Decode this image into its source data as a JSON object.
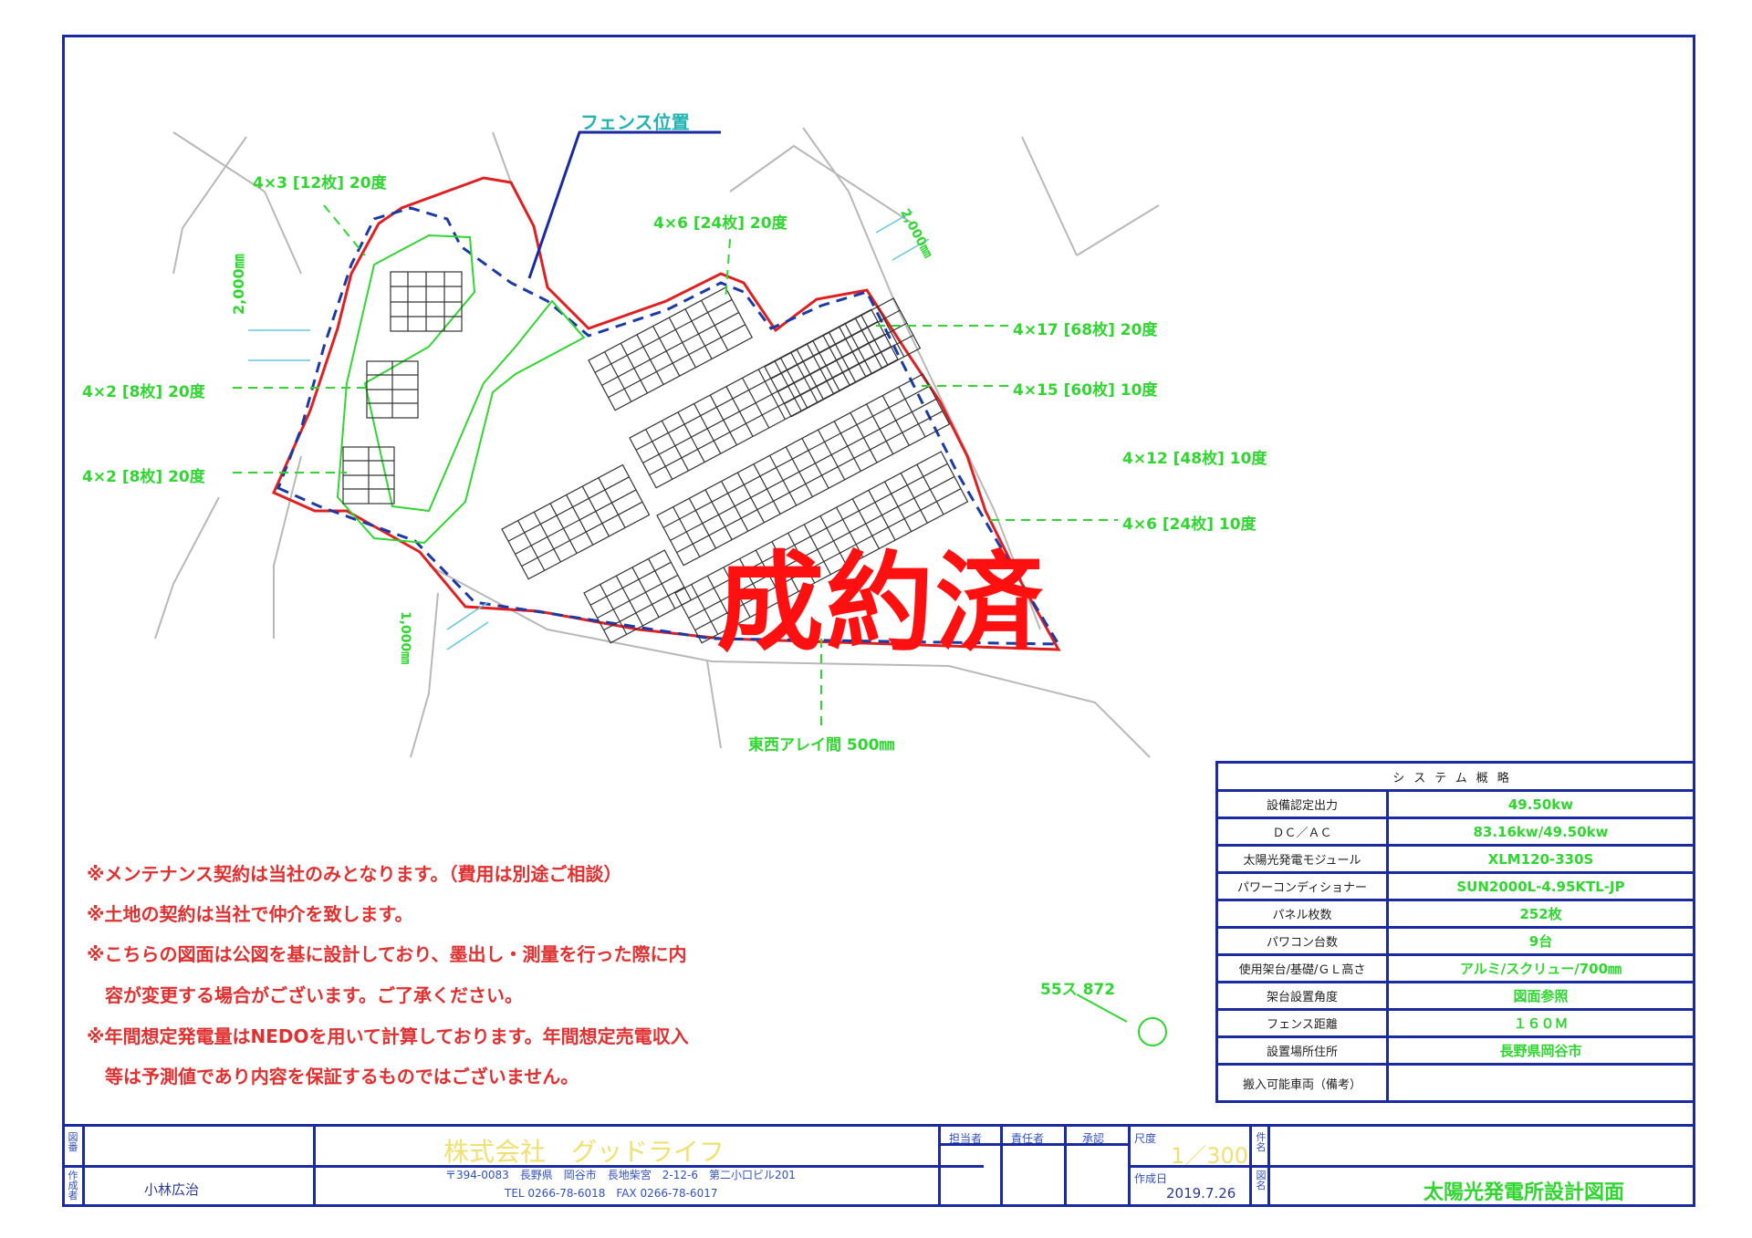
{
  "labels": {
    "fence_position": "フェンス位置",
    "a1": "4×3 [12枚] 20度",
    "a2": "4×6 [24枚] 20度",
    "a3": "4×2 [8枚] 20度",
    "a4": "4×2 [8枚] 20度",
    "a5": "4×17 [68枚] 20度",
    "a6": "4×15 [60枚] 10度",
    "a7": "4×12 [48枚] 10度",
    "a8": "4×6 [24枚] 10度",
    "dim1": "2,000㎜",
    "dim2": "2,000㎜",
    "dim3": "1,000㎜",
    "ew_gap": "東西アレイ間 500㎜",
    "lot": "55ス 872"
  },
  "stamp": "成約済",
  "notes": [
    "※メンテナンス契約は当社のみとなります。（費用は別途ご相談）",
    "※土地の契約は当社で仲介を致します。",
    "※こちらの図面は公図を基に設計しており、墨出し・測量を行った際に内",
    "　容が変更する場合がございます。ご了承ください。",
    "※年間想定発電量はNEDOを用いて計算しております。年間想定売電収入",
    "　等は予測値であり内容を保証するものではございません。"
  ],
  "system": {
    "title": "システム概略",
    "rows": [
      {
        "k": "設備認定出力",
        "v": "49.50kw"
      },
      {
        "k": "ＤＣ／ＡＣ",
        "v": "83.16kw/49.50kw"
      },
      {
        "k": "太陽光発電モジュール",
        "v": "XLM120-330S"
      },
      {
        "k": "パワーコンディショナー",
        "v": "SUN2000L-4.95KTL-JP"
      },
      {
        "k": "パネル枚数",
        "v": "252枚"
      },
      {
        "k": "パワコン台数",
        "v": "9台"
      },
      {
        "k": "使用架台/基礎/ＧＬ高さ",
        "v": "アルミ/スクリュー/700㎜"
      },
      {
        "k": "架台設置角度",
        "v": "図面参照"
      },
      {
        "k": "フェンス距離",
        "v": "１６０Ｍ"
      },
      {
        "k": "設置場所住所",
        "v": "長野県岡谷市"
      },
      {
        "k": "搬入可能車両（備考）",
        "v": ""
      }
    ]
  },
  "titleblock": {
    "zuban": "図番",
    "sakusei": "作成者",
    "author": "小林広治",
    "company": "株式会社　グッドライフ",
    "address": "〒394-0083　長野県　岡谷市　長地柴宮　2-12-6　第二小口ビル201",
    "tel": "TEL 0266-78-6018　FAX 0266-78-6017",
    "tanto": "担当者",
    "sekinin": "責任者",
    "shonin": "承認",
    "shakudo": "尺度",
    "scale": "1／300",
    "sakuseibi": "作成日",
    "date": "2019.7.26",
    "kenmei": "件名",
    "zumei": "図名",
    "drawing_title": "太陽光発電所設計図面"
  }
}
